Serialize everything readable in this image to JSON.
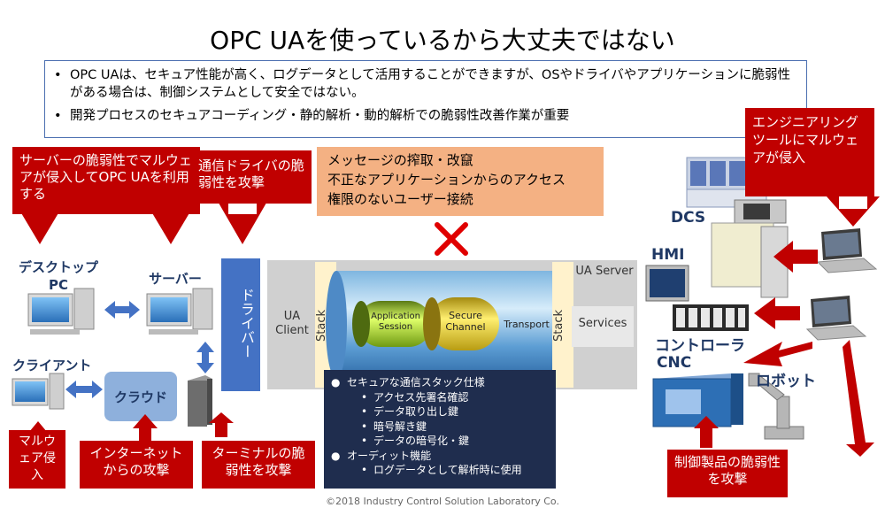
{
  "title": "OPC UAを使っているから大丈夫ではない",
  "bullets": [
    "OPC UAは、セキュア性能が高く、ログデータとして活用することができますが、OSやドライバやアプリケーションに脆弱性がある場合は、制御システムとして安全ではない。",
    "開発プロセスのセキュアコーディング・静的解析・動的解析での脆弱性改善作業が重要"
  ],
  "threats": {
    "server_vuln": "サーバーの脆弱性でマルウェアが侵入してOPC UAを利用する",
    "driver_vuln": "通信ドライバの脆弱性を攻撃",
    "message": [
      "メッセージの搾取・改竄",
      "不正なアプリケーションからのアクセス",
      "権限のないユーザー接続"
    ],
    "eng_tool": "エンジニアリングツールにマルウェアが侵入",
    "malware": "マルウェア侵入",
    "internet": "インターネットからの攻撃",
    "terminal": "ターミナルの脆弱性を攻撃",
    "product": "制御製品の脆弱性を攻撃"
  },
  "nodes": {
    "desktop": "デスクトップPC",
    "server": "サーバー",
    "client": "クライアント",
    "cloud": "クラウド",
    "driver": "ドライバー",
    "dcs": "DCS",
    "hmi": "HMI",
    "controller": "コントローラ",
    "cnc": "CNC",
    "robot": "ロボット"
  },
  "stack": {
    "ua_client": "UA Client",
    "stack_left": "Stack",
    "application_session": "Application Session",
    "secure_channel": "Secure Channel",
    "transport": "Transport",
    "stack_right": "Stack",
    "ua_server": "UA Server",
    "services": "Services"
  },
  "stack_spec": {
    "heading": "セキュアな通信スタック仕様",
    "items": [
      "アクセス先署名確認",
      "データ取り出し鍵",
      "暗号解き鍵",
      "データの暗号化・鍵"
    ],
    "heading2": "オーディット機能",
    "items2": [
      "ログデータとして解析時に使用"
    ]
  },
  "copyright": "©2018 Industry Control Solution Laboratory Co.",
  "colors": {
    "threat_red": "#c00000",
    "message_orange": "#f4b183",
    "driver_blue": "#4472c4",
    "spec_navy": "#1f2d4e",
    "label_navy": "#1f3864"
  }
}
